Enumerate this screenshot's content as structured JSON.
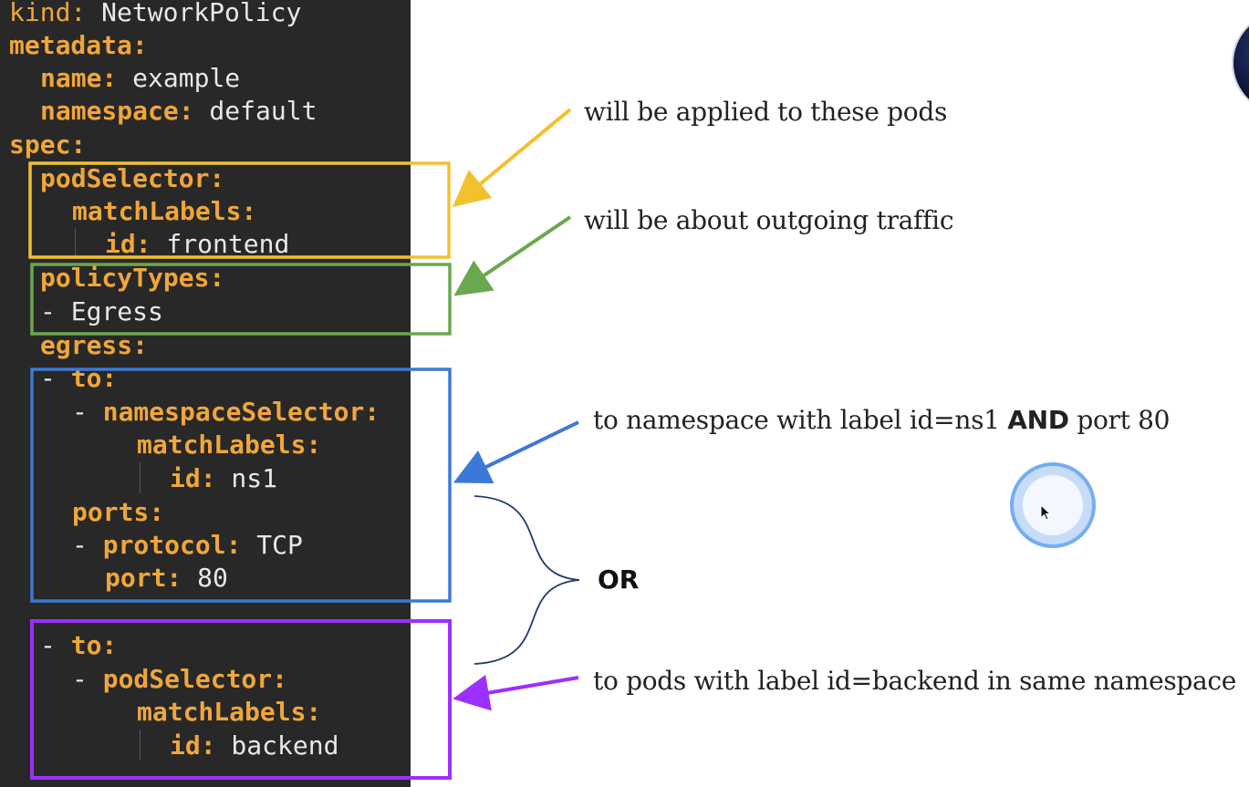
{
  "yaml": {
    "lines": [
      {
        "key": "kind:",
        "value": " NetworkPolicy"
      },
      {
        "key": "metadata:"
      },
      {
        "key": "name:",
        "value": " example"
      },
      {
        "key": "namespace:",
        "value": " default"
      },
      {
        "key": "spec:"
      },
      {
        "key": "podSelector:"
      },
      {
        "key": "matchLabels:"
      },
      {
        "key": "id:",
        "value": " frontend"
      },
      {
        "key": "policyTypes:"
      },
      {
        "dash": "- ",
        "value": "Egress"
      },
      {
        "key": "egress:"
      },
      {
        "dash": "- ",
        "key": "to:"
      },
      {
        "dash": "- ",
        "key": "namespaceSelector:"
      },
      {
        "key": "matchLabels:"
      },
      {
        "key": "id:",
        "value": " ns1"
      },
      {
        "key": "ports:"
      },
      {
        "dash": "- ",
        "key": "protocol:",
        "value": " TCP"
      },
      {
        "key": "port:",
        "value": " 80"
      },
      {
        "dash": "- ",
        "key": "to:"
      },
      {
        "dash": "- ",
        "key": "podSelector:"
      },
      {
        "key": "matchLabels:"
      },
      {
        "key": "id:",
        "value": " backend"
      }
    ]
  },
  "annotations": {
    "pods_applied": "will be applied to these pods",
    "outgoing": "will be about outgoing traffic",
    "namespace_rule_prefix": "to namespace with label id=ns1 ",
    "namespace_rule_and": "AND",
    "namespace_rule_suffix": " port 80",
    "or_label": "OR",
    "pods_rule": "to pods with label id=backend in same namespace"
  },
  "colors": {
    "code_background": "#282828",
    "yaml_key": "#f0a63a",
    "yaml_value": "#e8e8e8",
    "box_yellow": "#f2c12e",
    "box_green": "#6aa84f",
    "box_blue": "#3c78d8",
    "box_purple": "#9b30ff",
    "brace": "#1f3b6e"
  }
}
